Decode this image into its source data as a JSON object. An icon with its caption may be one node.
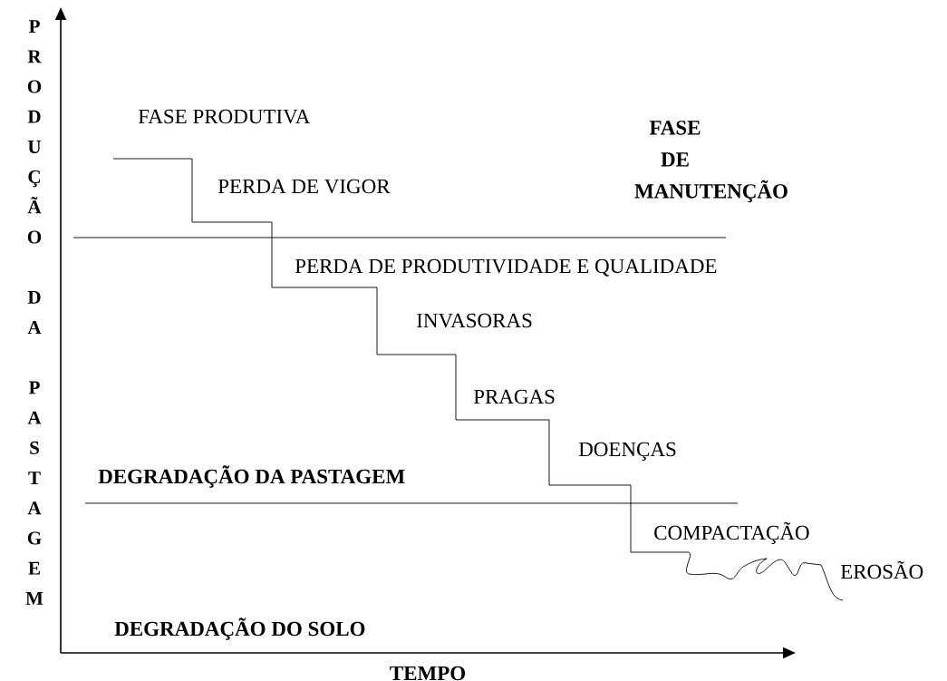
{
  "diagram": {
    "labels": [
      "PRODUÇÃO DA PASTAGEM",
      "FASE PRODUTIVA",
      "FASE DE MANUTENÇÃO",
      "PERDA DE VIGOR",
      "PERDA DE PRODUTIVIDADE E QUALIDADE",
      "INVASORAS",
      "PRAGAS",
      "DOENÇAS",
      "DEGRADAÇÃO DA PASTAGEM",
      "COMPACTAÇÃO",
      "EROSÃO",
      "DEGRADAÇÃO DO SOLO",
      "TEMPO"
    ]
  }
}
